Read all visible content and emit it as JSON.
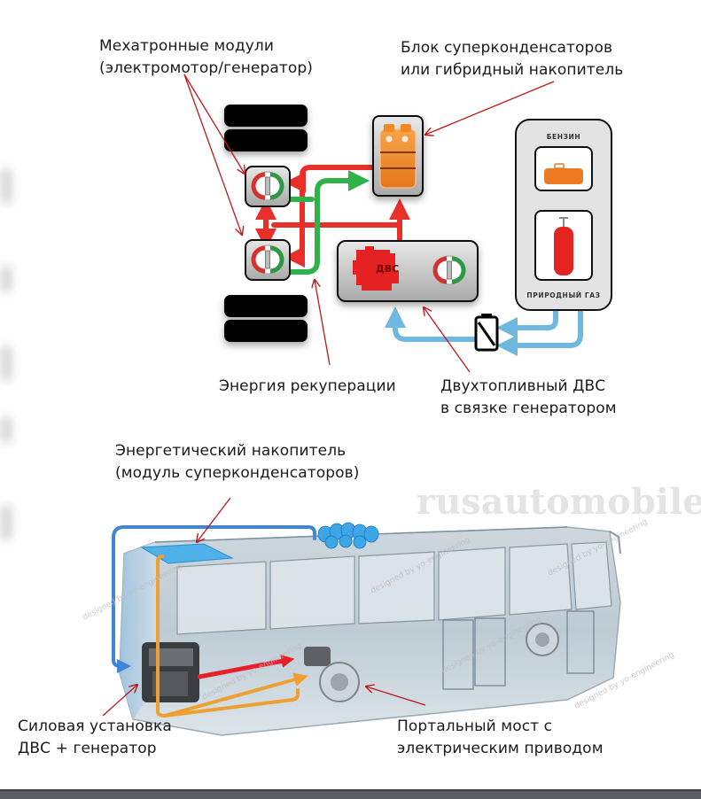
{
  "top_diagram": {
    "labels": {
      "mechatronic_modules": [
        "Мехатронные модули",
        "(электромотор/генератор)"
      ],
      "supercap_block": [
        "Блок суперконденсаторов",
        "или гибридный накопитель"
      ],
      "recuperation": [
        "Энергия рекуперации"
      ],
      "dual_fuel_engine": [
        "Двухтопливный ДВС",
        "в связке генератором"
      ]
    },
    "engine_box_text": "ДВС",
    "fuel_tank": {
      "petrol_label": "БЕНЗИН",
      "natural_gas_label": "ПРИРОДНЫЙ ГАЗ"
    },
    "colors": {
      "electric_flow": "#e8302a",
      "recuperation_flow": "#2fb24a",
      "fuel_flow": "#6fb8e0",
      "supercap": "#f08a24",
      "engine": "#e52420",
      "callout": "#c0161c"
    }
  },
  "bottom_diagram": {
    "labels": {
      "energy_storage": [
        "Энергетический накопитель",
        "(модуль суперконденсаторов)"
      ],
      "power_unit": [
        "Силовая установка",
        "ДВС + генератор"
      ],
      "portal_axle": [
        "Портальный мост с",
        "электрическим приводом"
      ]
    },
    "watermark": "rusautomobile.ru",
    "designer_watermark": "designed by yo-engineering"
  }
}
